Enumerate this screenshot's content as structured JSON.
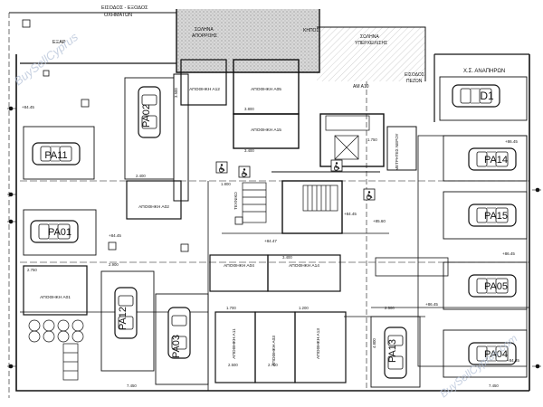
{
  "header": {
    "top_labels": [
      "ΕΙΣΟΔΟΣ - ΕΞΟΔΟΣ",
      "ΟΧΗΜΑΤΩΝ"
    ],
    "ramp_label": [
      "ΣΩΛΗΝΑ",
      "ΑΠΟΡΡΟΗΣ"
    ],
    "side_label": [
      "ΣΩΛΗΝΑ",
      "ΥΠΕΡΧΕΙΛΙΣΗΣ"
    ],
    "ramp_top_left": "ΕΞΑΡ",
    "kipos": "ΚΗΠΟΣ",
    "xs_anapiron": "Χ.Σ. ΑΝΑΠΗΡΩΝ",
    "entrance": [
      "ΕΙΣΟΔΟΣ",
      "ΠΕΖΩΝ"
    ]
  },
  "parking_spaces": [
    "PA11",
    "PA01",
    "PA02",
    "PA12",
    "PA03",
    "PA13",
    "PA14",
    "PA15",
    "PA05",
    "PA04",
    "D1"
  ],
  "storage_rooms": [
    "ΑΠΟΘΗΚΗ Α12",
    "ΑΠΟΘΗΚΗ Α05",
    "ΑΠΟΘΗΚΗ Α15",
    "ΑΠΟΘΗΚΗ Α02",
    "ΑΠΟΘΗΚΗ Α04",
    "ΑΠΟΘΗΚΗ Α14",
    "ΑΠΟΘΗΚΗ Α01",
    "ΑΠΟΘΗΚΗ Α11",
    "ΑΠΟΘΗΚΗ Α03",
    "ΑΠΟΘΗΚΗ Α13"
  ],
  "small_labels": [
    "ΑΜ Α10",
    "ΜΕΤΡΗΤΕΣ ΝΕΡΟΥ",
    "ΤΕΧΝΙΚΟ"
  ],
  "levels": [
    "+84.45",
    "+84.45",
    "+84.45",
    "+84.45",
    "+84.47",
    "+86.45",
    "+86.45",
    "+86.45",
    "+85.60"
  ],
  "dims": [
    "3.400",
    "3.800",
    "2.400",
    "3.500",
    "1.800",
    "2.750",
    "2.900",
    "3.400",
    "4.800",
    "2.500",
    "7.450",
    "7.450",
    "1.700",
    "1.200",
    "1.750",
    "2.500",
    "2.700"
  ],
  "watermark": [
    "BuySellCyprus",
    "BuySellCyprus.com"
  ]
}
